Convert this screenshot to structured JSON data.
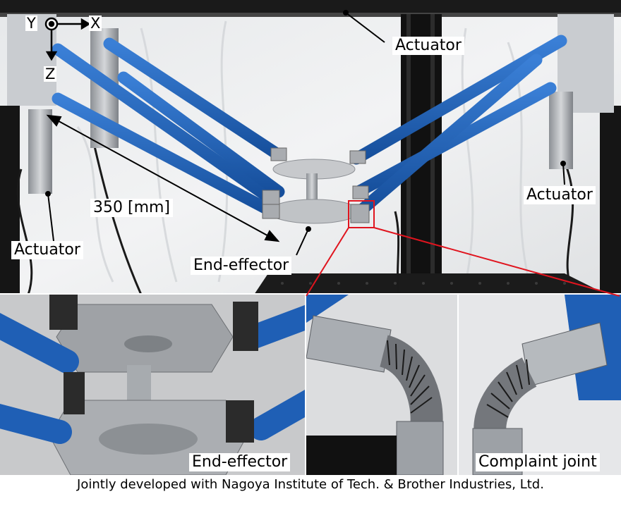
{
  "labels": {
    "actuator_top": "Actuator",
    "actuator_right": "Actuator",
    "actuator_left": "Actuator",
    "dimension": "350 [mm]",
    "end_effector_main": "End-effector",
    "end_effector_inset": "End-effector",
    "joint_inset": "Complaint joint"
  },
  "axes": {
    "y": "Y",
    "x": "X",
    "z": "Z"
  },
  "credit": "Jointly developed with Nagoya Institute of Tech. & Brother Industries, Ltd.",
  "colors": {
    "arm_blue": "#1f5fb5",
    "arm_blue_dark": "#123f80",
    "backdrop": "#eceef0",
    "frame_black": "#121212",
    "aluminium": "#b9bcc0",
    "highlight_box": "#e0141e"
  }
}
